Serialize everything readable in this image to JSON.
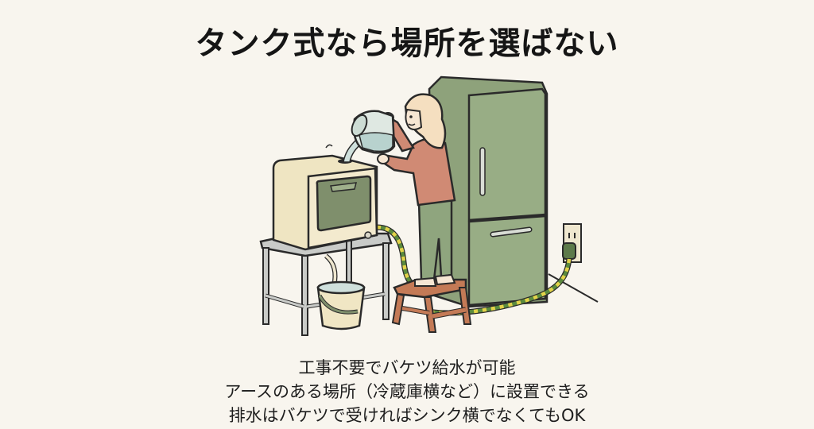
{
  "title": "タンク式なら場所を選ばない",
  "illustration": {
    "description": "Woman on wooden step stool pouring water from pitcher into tank-type countertop dishwasher on metal stand; drain hose into bucket below; refrigerator with grounded plug into wall outlet",
    "colors": {
      "background": "#f8f5ee",
      "dishwasher": "#f0e6c4",
      "dishwasher_window": "#7f8f6c",
      "refrigerator": "#95aa82",
      "sweater": "#d08a74",
      "pants": "#8fa57e",
      "hair": "#f5dfc0",
      "stool": "#c47a56",
      "stand": "#c9cbc8",
      "bucket": "#f0e6c4",
      "cord_green": "#5b8a3e",
      "cord_yellow": "#e3d34a",
      "outline": "#2a2a2a"
    }
  },
  "captions": [
    "工事不要でバケツ給水が可能",
    "アースのある場所（冷蔵庫横など）に設置できる",
    "排水はバケツで受ければシンク横でなくてもOK"
  ]
}
